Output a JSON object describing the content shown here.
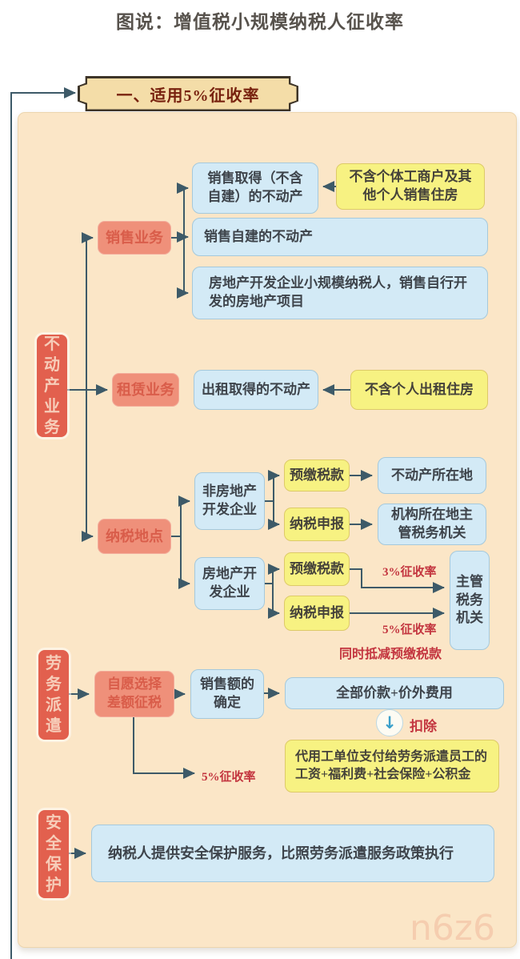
{
  "title": "图说：增值税小规模纳税人征收率",
  "banner": {
    "label": "一、适用5%征收率"
  },
  "watermark": "n6z6",
  "real_estate": {
    "root": "不动产业务",
    "sales": {
      "label": "销售业务",
      "item1": "销售取得（不含自建）的不动产",
      "item1_note": "不含个体工商户及其他个人销售住房",
      "item2": "销售自建的不动产",
      "item3": "房地产开发企业小规模纳税人，销售自行开发的房地产项目"
    },
    "leasing": {
      "label": "租赁业务",
      "item": "出租取得的不动产",
      "note": "不含个人出租住房"
    },
    "tax_place": {
      "label": "纳税地点",
      "non_developer": {
        "label": "非房地产开发企业",
        "prepay": "预缴税款",
        "prepay_target": "不动产所在地",
        "declare": "纳税申报",
        "declare_target": "机构所在地主管税务机关"
      },
      "developer": {
        "label": "房地产开发企业",
        "prepay": "预缴税款",
        "prepay_rate": "3%征收率",
        "declare": "纳税申报",
        "declare_rate": "5%征收率",
        "authority": "主管税务机关",
        "note": "同时抵减预缴税款"
      }
    }
  },
  "labor": {
    "root": "劳务派遣",
    "choice": "自愿选择差额征税",
    "sales_base": "销售额的确定",
    "total_price": "全部价款+价外费用",
    "deduct_icon": "↓",
    "deduct_label": "扣除",
    "deduct_items": "代用工单位支付给劳务派遣员工的工资+福利费+社会保险+公积金",
    "rate": "5%征收率"
  },
  "security": {
    "root": "安全保护",
    "policy": "纳税人提供安全保护服务，比照劳务派遣服务政策执行"
  },
  "colors": {
    "panel_bg": "#fbe6c7",
    "banner_bg": "#f4dda8",
    "banner_border": "#3e3529",
    "red_root_box": "#e2604e",
    "salmon_box": "#ef907a",
    "blue_box": "#d3eaf6",
    "yellow_box": "#f7f282",
    "accent_red": "#c3353f",
    "line": "#3d5a68"
  }
}
